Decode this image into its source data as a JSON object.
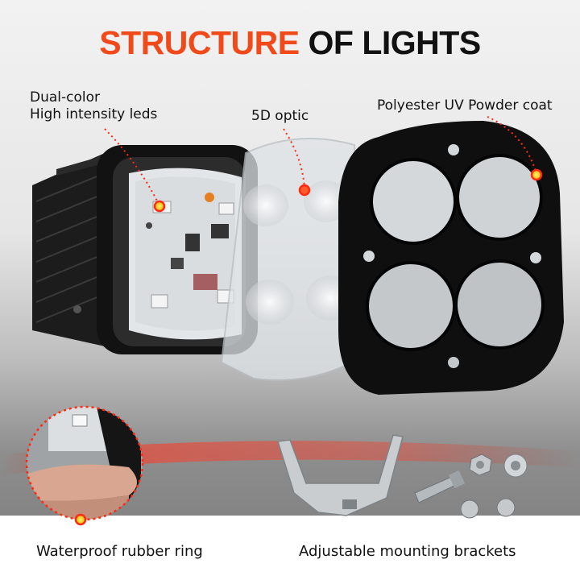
{
  "title": {
    "accent": "STRUCTURE",
    "rest": "OF LIGHTS"
  },
  "callouts": {
    "leds_line1": "Dual-color",
    "leds_line2": "High intensity leds",
    "optic": "5D optic",
    "coat": "Polyester UV Powder coat"
  },
  "bottom": {
    "ring": "Waterproof rubber ring",
    "brackets": "Adjustable mounting brackets"
  },
  "colors": {
    "accent": "#f04a1a",
    "dot": "#f6d40a"
  }
}
